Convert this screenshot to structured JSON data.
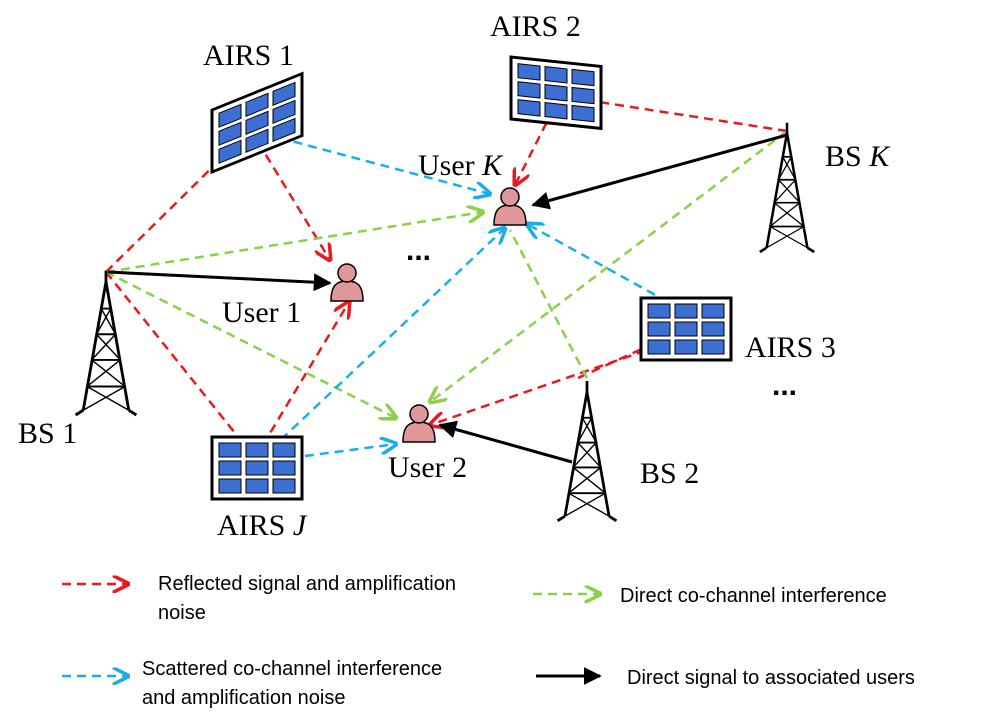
{
  "colors": {
    "reflected": "#e8191f",
    "direct_interference": "#8ccf4a",
    "scattered": "#1aaee8",
    "direct_signal": "#000000",
    "panel_fill": "#3d6fd3",
    "user_fill": "#e0979a"
  },
  "icons": [
    "tower-icon",
    "user-icon",
    "airs-panel-icon"
  ],
  "labels": {
    "airs1": "AIRS 1",
    "airs2": "AIRS 2",
    "airs3": "AIRS 3",
    "airsJ_prefix": "AIRS ",
    "airsJ_var": "J",
    "bs1": "BS 1",
    "bs2": "BS 2",
    "bsK_prefix": "BS ",
    "bsK_var": "K",
    "user1": "User 1",
    "user2": "User 2",
    "userK_prefix": "User ",
    "userK_var": "K",
    "ellipsis_users": "...",
    "ellipsis_airs": "..."
  },
  "legend": {
    "reflected_line1": "Reflected signal and amplification",
    "reflected_line2": "noise",
    "direct_interference": "Direct co-channel interference",
    "scattered_line1": "Scattered co-channel interference",
    "scattered_line2": "and amplification noise",
    "direct_signal": "Direct signal to associated users"
  }
}
